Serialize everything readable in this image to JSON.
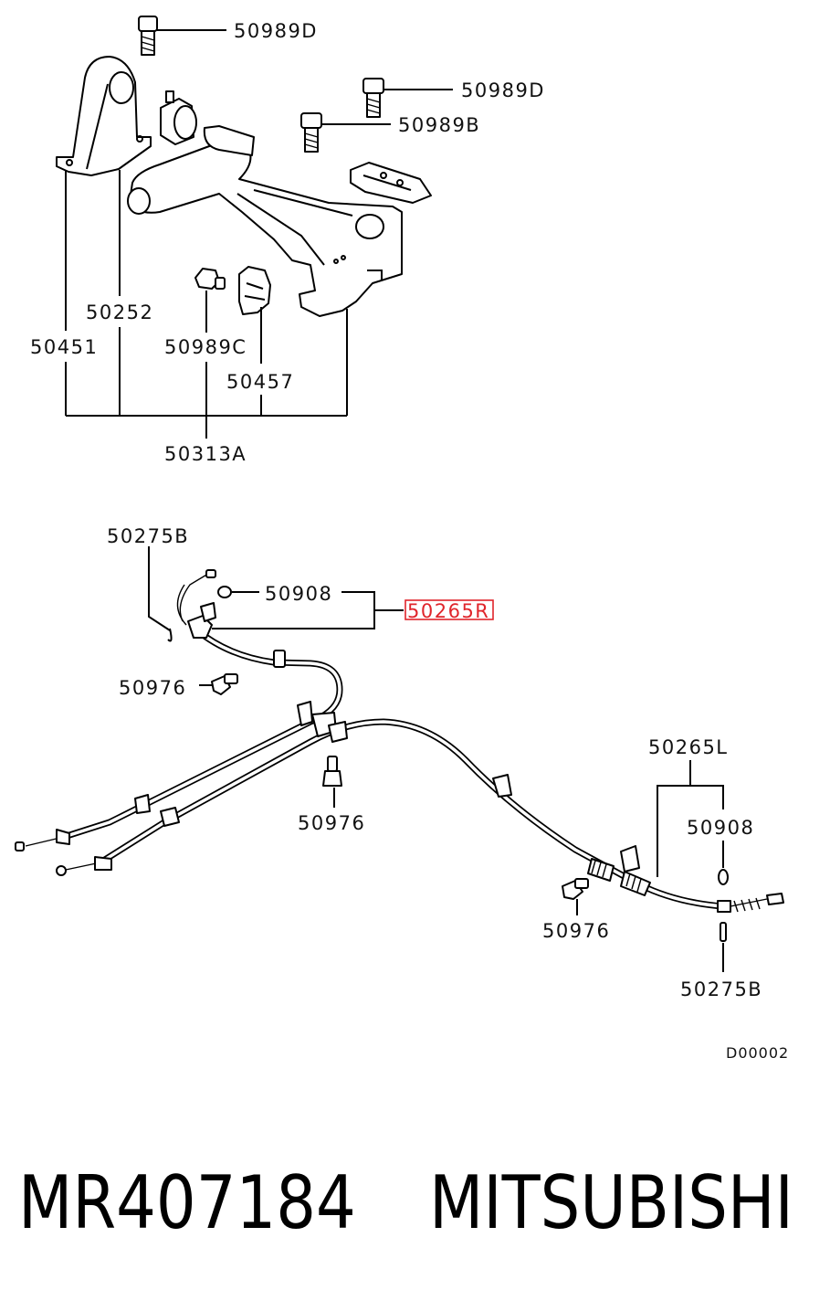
{
  "callouts": {
    "c50989D_top": "50989D",
    "c50989D_right": "50989D",
    "c50989B": "50989B",
    "c50252": "50252",
    "c50451": "50451",
    "c50989C": "50989C",
    "c50457": "50457",
    "c50313A": "50313A",
    "c50275B_top": "50275B",
    "c50908_top": "50908",
    "c50265R": "50265R",
    "c50976_left": "50976",
    "c50976_mid": "50976",
    "c50265L": "50265L",
    "c50908_right": "50908",
    "c50976_bottom": "50976",
    "c50275B_bottom": "50275B"
  },
  "diagram_code": "D00002",
  "footer": {
    "part_number": "MR407184",
    "brand": "MITSUBISHI"
  },
  "colors": {
    "highlight": "#e0252b",
    "ink": "#000000",
    "background": "#ffffff"
  }
}
